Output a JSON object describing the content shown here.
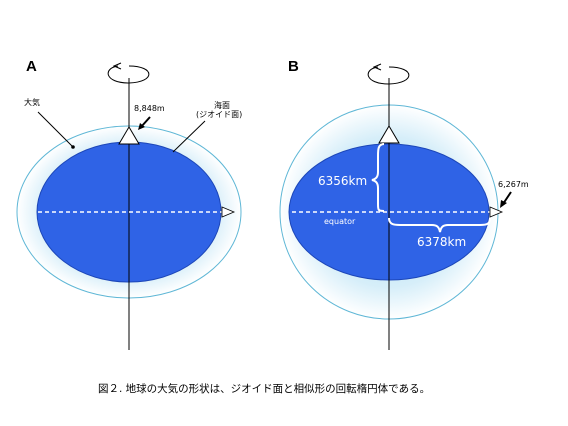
{
  "panel_a": {
    "label": "A",
    "atmosphere_label": "大気",
    "height_label": "8,848m",
    "sea_label_line1": "海面",
    "sea_label_line2": "(ジオイド面)"
  },
  "panel_b": {
    "label": "B",
    "polar_radius": "6356km",
    "equatorial_radius": "6378km",
    "equator_label": "equator",
    "height_label": "6,267m"
  },
  "caption": "図２. 地球の大気の形状は、ジオイド面と相似形の回転楕円体である。",
  "colors": {
    "earth": "#2f63e6",
    "earth_edge": "#1c46b8",
    "atmosphere_outline": "#5fb7d6",
    "atmosphere_glow": "#d6eef8"
  }
}
